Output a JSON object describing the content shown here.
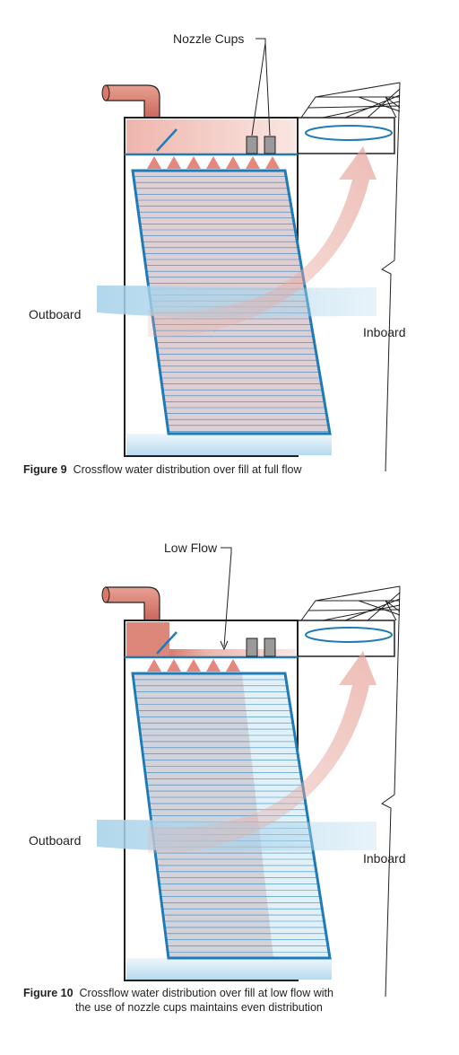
{
  "figure9": {
    "callout": "Nozzle Cups",
    "left_label": "Outboard",
    "right_label": "Inboard",
    "caption_number": "Figure 9",
    "caption_text": "Crossflow water distribution over fill at full flow"
  },
  "figure10": {
    "callout": "Low Flow",
    "left_label": "Outboard",
    "right_label": "Inboard",
    "caption_number": "Figure 10",
    "caption_line1": "Crossflow water distribution over fill at low flow with",
    "caption_line2": "the use of nozzle cups maintains even distribution"
  },
  "colors": {
    "outline": "#231f20",
    "fill_frame": "#1f7bb8",
    "water_pink": "#e8a8a0",
    "pipe": "#d9786a",
    "air_blue": "#a9d3ea"
  }
}
